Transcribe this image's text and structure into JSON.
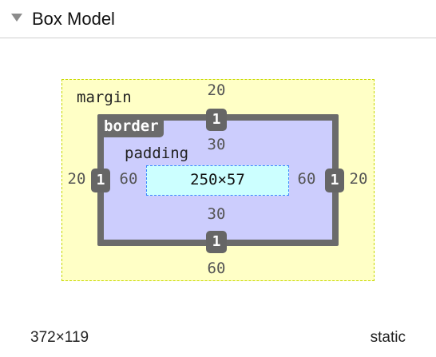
{
  "header": {
    "title": "Box Model"
  },
  "box": {
    "margin": {
      "label": "margin",
      "top": "20",
      "right": "20",
      "bottom": "60",
      "left": "20"
    },
    "border": {
      "label": "border",
      "top": "1",
      "right": "1",
      "bottom": "1",
      "left": "1"
    },
    "padding": {
      "label": "padding",
      "top": "30",
      "right": "60",
      "bottom": "30",
      "left": "60"
    },
    "content": {
      "size": "250×57"
    }
  },
  "footer": {
    "dimensions": "372×119",
    "position": "static"
  },
  "colors": {
    "margin_fill": "#ffffc6",
    "margin_outline": "#c7d800",
    "border_fill": "#6b6b6b",
    "padding_fill": "#cccdfd",
    "content_fill": "#ccffff",
    "content_outline": "#3a86ff"
  }
}
